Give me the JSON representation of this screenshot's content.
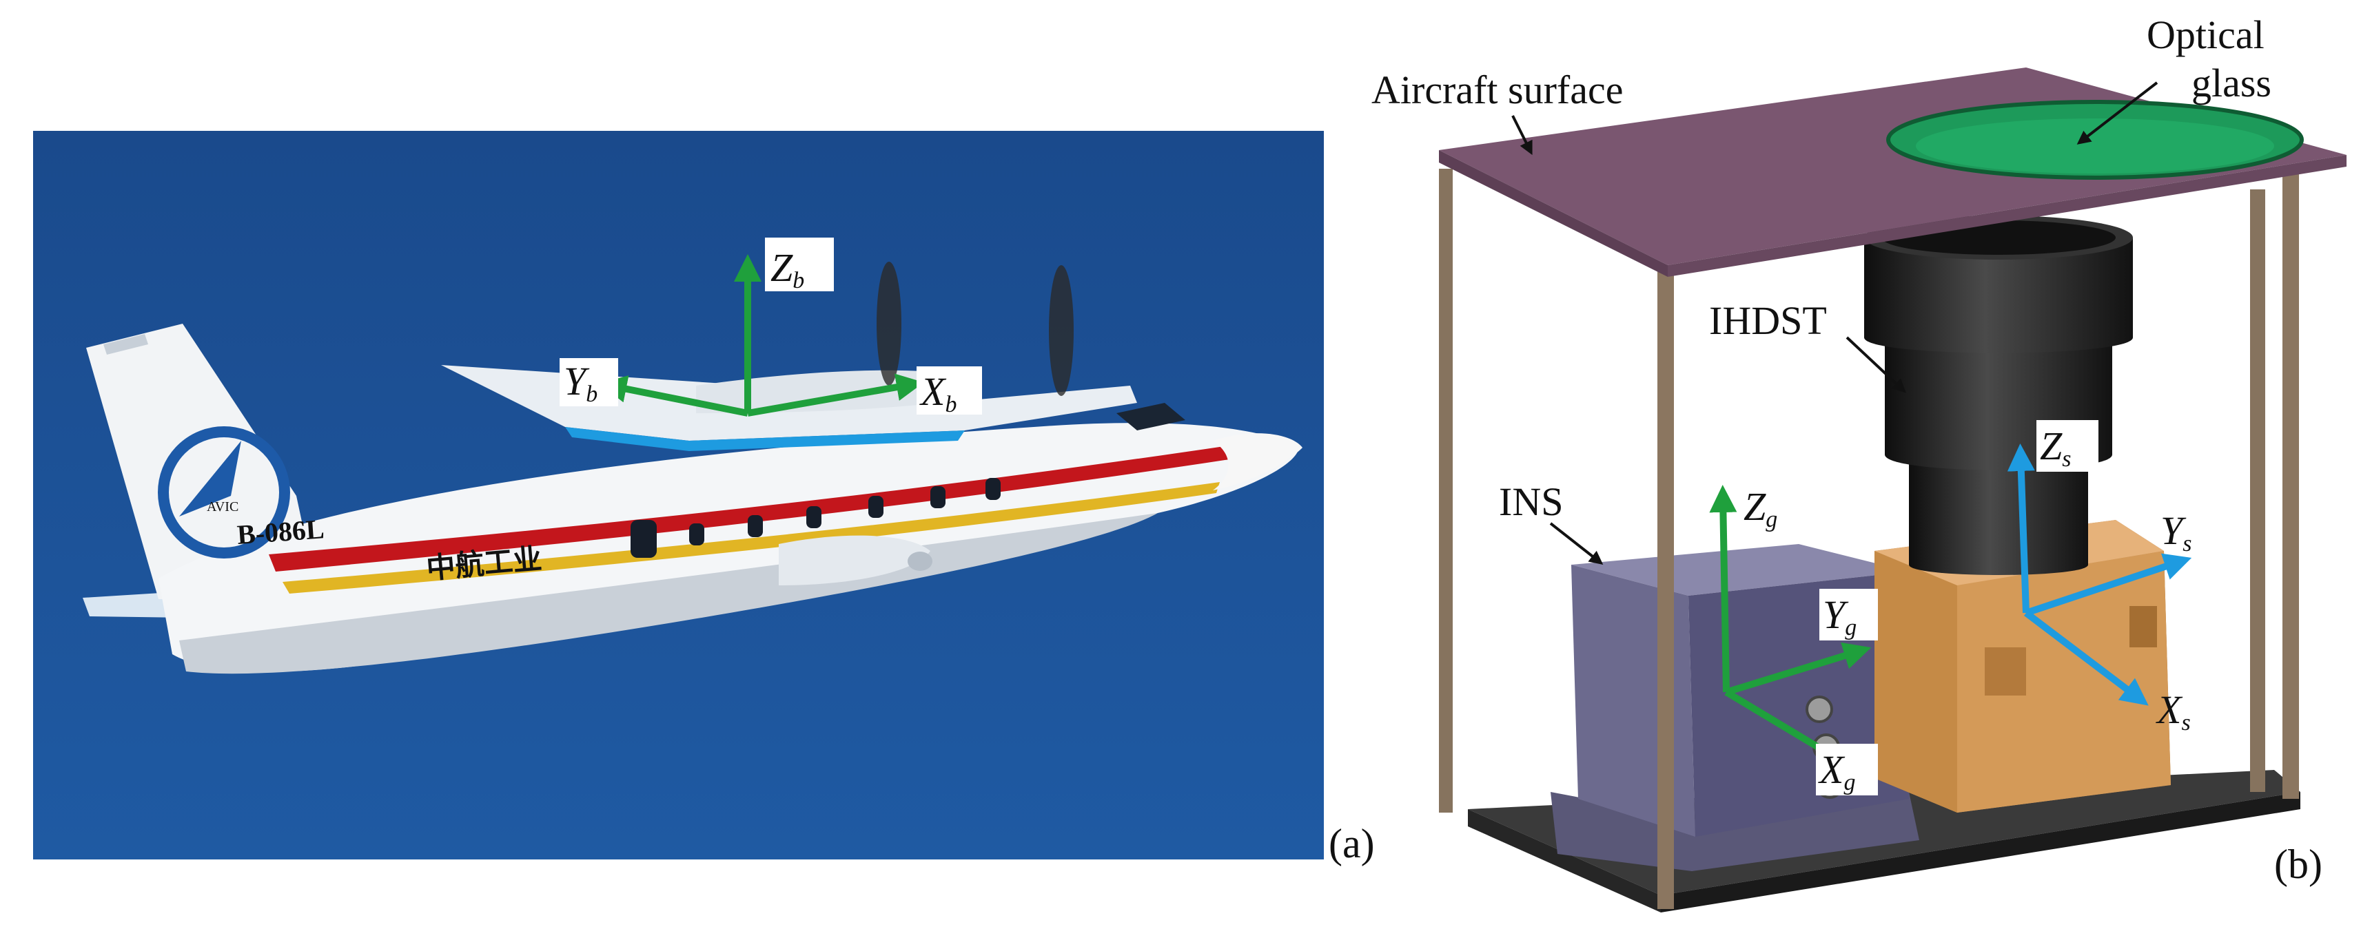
{
  "panel_a": {
    "tag": "(a)",
    "registration": "B-086L",
    "livery_text": "中航工业",
    "logo_text": "AVIC",
    "body_axes": {
      "z": {
        "letter": "Z",
        "sub": "b"
      },
      "y": {
        "letter": "Y",
        "sub": "b"
      },
      "x": {
        "letter": "X",
        "sub": "b"
      }
    }
  },
  "panel_b": {
    "tag": "(b)",
    "labels": {
      "aircraft_surface": "Aircraft surface",
      "optical_glass_line1": "Optical",
      "optical_glass_line2": "glass",
      "ihdst": "IHDST",
      "ins": "INS"
    },
    "ins_axes": {
      "z": {
        "letter": "Z",
        "sub": "g"
      },
      "y": {
        "letter": "Y",
        "sub": "g"
      },
      "x": {
        "letter": "X",
        "sub": "g"
      }
    },
    "sensor_axes": {
      "z": {
        "letter": "Z",
        "sub": "s"
      },
      "y": {
        "letter": "Y",
        "sub": "s"
      },
      "x": {
        "letter": "X",
        "sub": "s"
      }
    }
  },
  "colors": {
    "sky": "#1d4f93",
    "green_axis": "#1fa03c",
    "blue_axis": "#1e9be0",
    "surface": "#7a5670",
    "ins_box": "#6c6a8e",
    "mount": "#c8904c",
    "camera": "#1c1c1c",
    "base": "#3a3a3a"
  }
}
